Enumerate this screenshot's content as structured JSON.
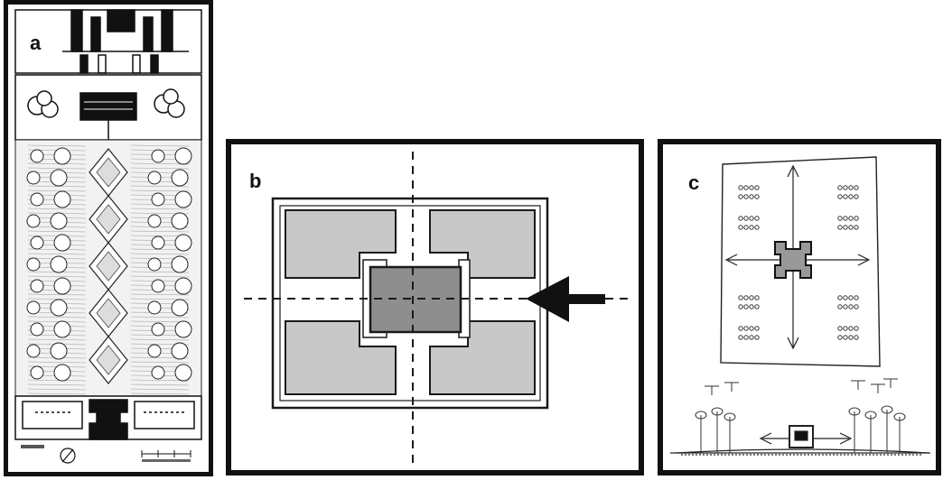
{
  "panels": [
    {
      "id": "a",
      "label": "a",
      "border_color": "#111111"
    },
    {
      "id": "b",
      "label": "b",
      "border_color": "#111111",
      "block_fill": "#c8c8c8",
      "center_fill": "#8e8e8e",
      "outline_color": "#1a1a1a"
    },
    {
      "id": "c",
      "label": "c",
      "border_color": "#111111"
    }
  ],
  "icons": {
    "entry_arrow": "arrow-left-icon",
    "north_marker": "north-arrow-icon",
    "scale_bar": "scale-bar-icon"
  }
}
